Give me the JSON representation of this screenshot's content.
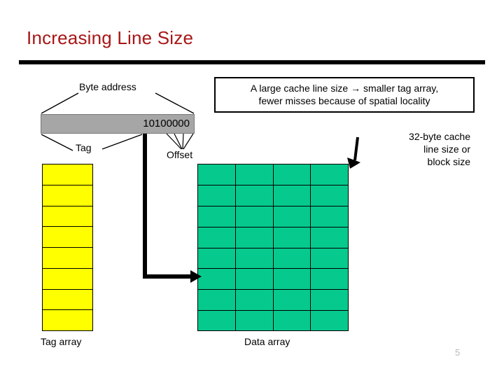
{
  "slide": {
    "title": "Increasing Line Size",
    "page_number": "5",
    "title_color": "#a81717"
  },
  "labels": {
    "byte_address": "Byte address",
    "tag": "Tag",
    "offset": "Offset",
    "tag_array": "Tag array",
    "data_array": "Data array"
  },
  "address_bar": {
    "bits": "10100000",
    "fill_color": "#a6a6a6"
  },
  "callout": {
    "line1": "A large cache line size → smaller tag array,",
    "line2": "fewer misses because of spatial locality"
  },
  "line_size_note": {
    "line1": "32-byte cache",
    "line2": "line size or",
    "line3": "block size"
  },
  "tag_array": {
    "rows": 8,
    "fill_color": "#ffff00"
  },
  "data_array": {
    "rows": 8,
    "cols": 4,
    "fill_color": "#06ca8d"
  }
}
